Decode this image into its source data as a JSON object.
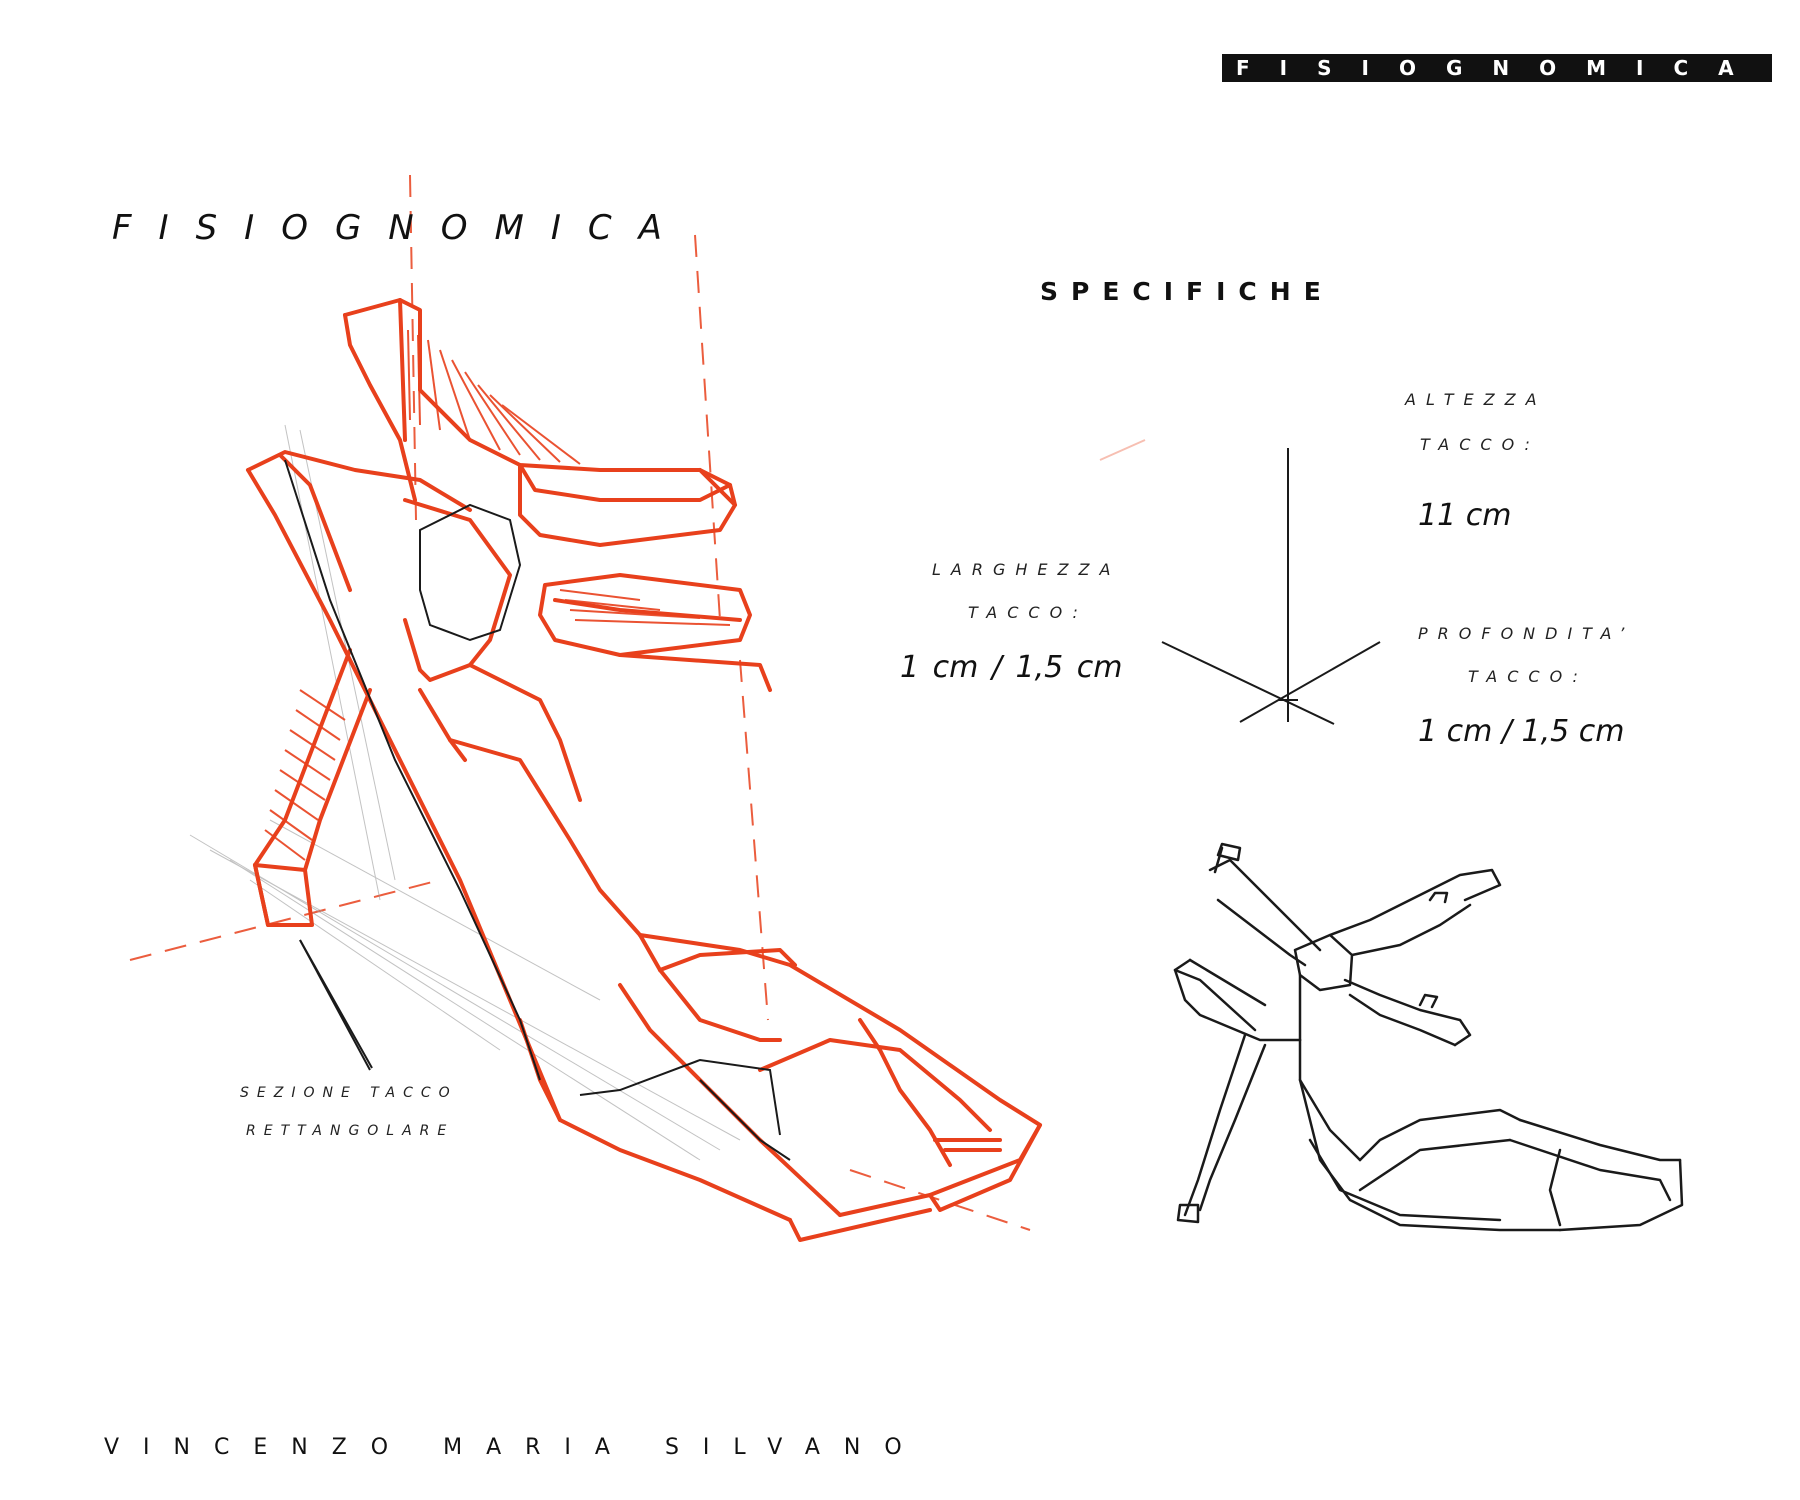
{
  "header": {
    "brand_tag": "FISIOGNOMICA"
  },
  "title": "FISIOGNOMICA",
  "specs": {
    "heading": "SPECIFICHE",
    "height_label_line1": "ALTEZZA",
    "height_label_line2": "TACCO:",
    "height_value": "11 cm",
    "width_label_line1": "LARGHEZZA",
    "width_label_line2": "TACCO:",
    "width_value": "1 cm  /  1,5  cm",
    "depth_label_line1": "PROFONDITA’",
    "depth_label_line2": "TACCO:",
    "depth_value": "1 cm / 1,5 cm"
  },
  "annotation": {
    "line1": "SEZIONE TACCO",
    "line2": "RETTANGOLARE"
  },
  "footer": {
    "author": "VINCENZO MARIA SILVANO"
  },
  "colors": {
    "sketch_red": "#e8401c",
    "ink": "#1a1a1a",
    "pencil": "#9a9a9a"
  }
}
